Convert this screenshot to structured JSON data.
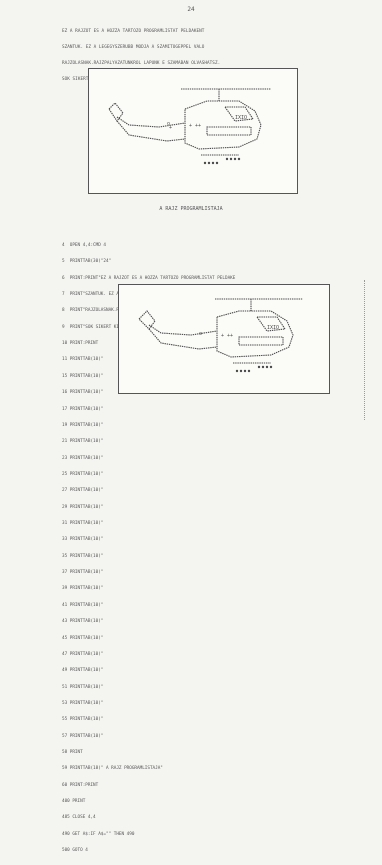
{
  "page_number": "24",
  "intro_lines": [
    "EZ A RAJZOT ES A HOZZA TARTOZO PROGRAMLISTAT PELDAKENT",
    "SZANTUK. EZ A LEGEGYSZERUBB MODJA A SZAMITOGEPPEL VALO",
    "RAJZOLASNAK.RAJZPALYAZATUNKROL LAPUNK E SZAMABAN OLVASHATSZ.",
    "SOK SIKERT KIVANUNK MINDEN PALYAZONAK!"
  ],
  "caption": "A RAJZ PROGRAMLISTAJA",
  "listing_lines": [
    "4  OPEN 4,4:CMD 4",
    "5  PRINTTAB(30)\"24\"",
    "6  PRINT:PRINT\"EZ A RAJZOT ES A HOZZA TARTOZO PROGRAMLISTAT PELDAKE",
    "7  PRINT\"SZANTUK. EZ A LEGEGYSZERUBB MODJA A SZAMITOGEPPEL VALO\"",
    "8  PRINT\"RAJZOLASNAK.RAJZPALYAZATUNKROL LAPUNK E SZAMABAN OLVASHATSZ.\"",
    "9  PRINT\"SOK SIKERT KIVANUNK MINDEN PALYAZONAK!\"",
    "10 PRINT:PRINT",
    "11 PRINTTAB(10)\"",
    "15 PRINTTAB(10)\"",
    "16 PRINTTAB(10)\"",
    "17 PRINTTAB(10)\"",
    "19 PRINTTAB(10)\"",
    "21 PRINTTAB(10)\"",
    "23 PRINTTAB(10)\"",
    "25 PRINTTAB(10)\"",
    "27 PRINTTAB(10)\"",
    "29 PRINTTAB(10)\"",
    "31 PRINTTAB(10)\"",
    "33 PRINTTAB(10)\"",
    "35 PRINTTAB(10)\"",
    "37 PRINTTAB(10)\"",
    "39 PRINTTAB(10)\"",
    "41 PRINTTAB(10)\"",
    "43 PRINTTAB(10)\"",
    "45 PRINTTAB(10)\"",
    "47 PRINTTAB(10)\"",
    "49 PRINTTAB(10)\"",
    "51 PRINTTAB(10)\"",
    "53 PRINTTAB(10)\"",
    "55 PRINTTAB(10)\"",
    "57 PRINTTAB(10)\"",
    "58 PRINT",
    "59 PRINTTAB(18)\" A RAJZ PROGRAMLISTAJA\"",
    "60 PRINT:PRINT",
    "400 PRINT",
    "485 CLOSE 4,4",
    "490 GET A$:IF A$=\"\" THEN 490",
    "500 GOTO 4"
  ]
}
